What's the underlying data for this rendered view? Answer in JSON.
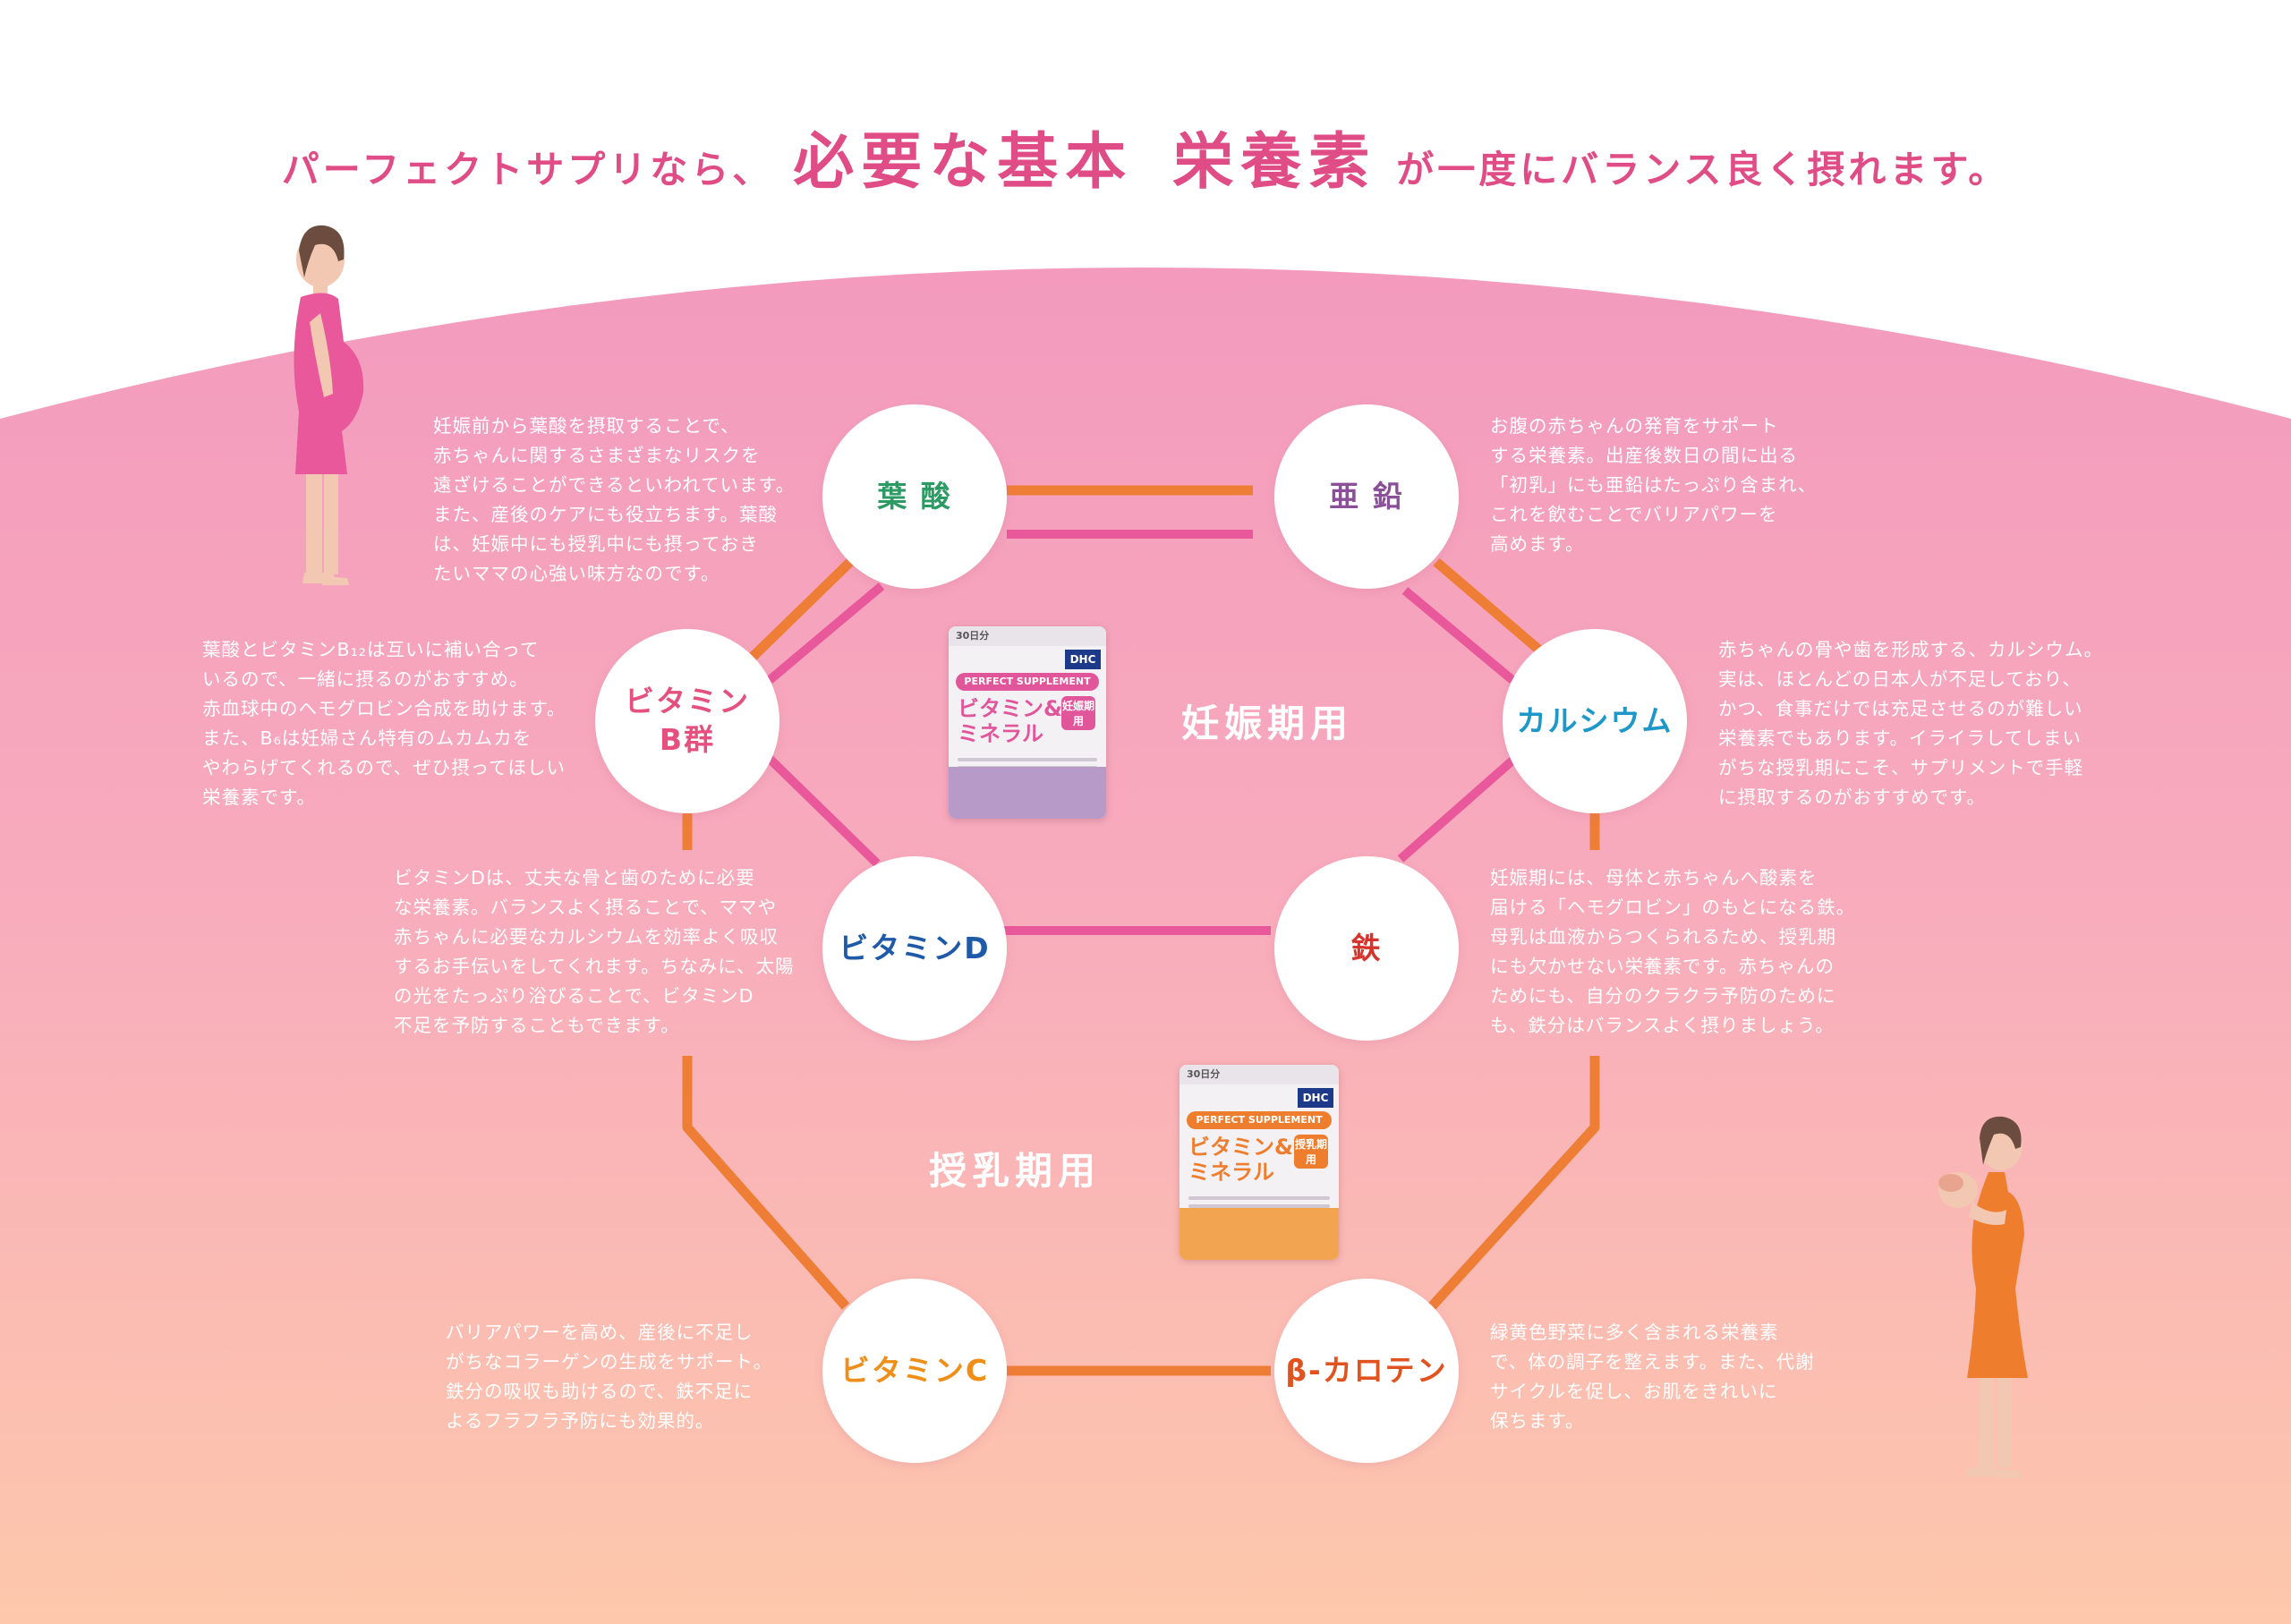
{
  "headline": {
    "prefix": "パーフェクトサプリなら、",
    "emphasis1": "必要な基本",
    "emphasis2": "栄養素",
    "suffix": "が一度にバランス良く摂れます。"
  },
  "colors": {
    "headline_pink": "#df4c86",
    "pregnancy_line": "#e8589a",
    "lactation_line": "#ee7d35",
    "background_top": "#f29bbc",
    "background_bottom": "#fcc6ae"
  },
  "phases": {
    "pregnancy": "妊娠期用",
    "lactation": "授乳期用"
  },
  "nutrients": [
    {
      "id": "folic-acid",
      "label": "葉 酸",
      "color": "#2c9a63"
    },
    {
      "id": "zinc",
      "label": "亜 鉛",
      "color": "#8b4f9a"
    },
    {
      "id": "vitamin-b",
      "label": "ビタミン",
      "label2": "B群",
      "color": "#e5507f"
    },
    {
      "id": "calcium",
      "label": "カルシウム",
      "color": "#1e98c9"
    },
    {
      "id": "vitamin-d",
      "label": "ビタミンD",
      "color": "#1f5aa8"
    },
    {
      "id": "iron",
      "label": "鉄",
      "color": "#d6332c"
    },
    {
      "id": "vitamin-c",
      "label": "ビタミンC",
      "color": "#ef8f1a"
    },
    {
      "id": "beta-carotene",
      "label": "β-カロテン",
      "color": "#e0531f"
    }
  ],
  "descriptions": {
    "folic_acid": "妊娠前から葉酸を摂取することで、\n赤ちゃんに関するさまざまなリスクを\n遠ざけることができるといわれています。\nまた、産後のケアにも役立ちます。葉酸\nは、妊娠中にも授乳中にも摂っておき\nたいママの心強い味方なのです。",
    "zinc": "お腹の赤ちゃんの発育をサポート\nする栄養素。出産後数日の間に出る\n「初乳」にも亜鉛はたっぷり含まれ、\nこれを飲むことでバリアパワーを\n高めます。",
    "vitamin_b": "葉酸とビタミンB₁₂は互いに補い合って\nいるので、一緒に摂るのがおすすめ。\n赤血球中のヘモグロビン合成を助けます。\nまた、B₆は妊婦さん特有のムカムカを\nやわらげてくれるので、ぜひ摂ってほしい\n栄養素です。",
    "calcium": "赤ちゃんの骨や歯を形成する、カルシウム。\n実は、ほとんどの日本人が不足しており、\nかつ、食事だけでは充足させるのが難しい\n栄養素でもあります。イライラしてしまい\nがちな授乳期にこそ、サプリメントで手軽\nに摂取するのがおすすめです。",
    "vitamin_d": "ビタミンDは、丈夫な骨と歯のために必要\nな栄養素。バランスよく摂ることで、ママや\n赤ちゃんに必要なカルシウムを効率よく吸収\nするお手伝いをしてくれます。ちなみに、太陽\nの光をたっぷり浴びることで、ビタミンD\n不足を予防することもできます。",
    "iron": "妊娠期には、母体と赤ちゃんへ酸素を\n届ける「ヘモグロビン」のもとになる鉄。\n母乳は血液からつくられるため、授乳期\nにも欠かせない栄養素です。赤ちゃんの\nためにも、自分のクラクラ予防のために\nも、鉄分はバランスよく摂りましょう。",
    "vitamin_c": "バリアパワーを高め、産後に不足し\nがちなコラーゲンの生成をサポート。\n鉄分の吸収も助けるので、鉄不足に\nよるフラフラ予防にも効果的。",
    "beta_carotene": "緑黄色野菜に多く含まれる栄養素\nで、体の調子を整えます。また、代謝\nサイクルを促し、お肌をきれいに\n保ちます。"
  },
  "products": {
    "pregnancy": {
      "days": "30日分",
      "brand": "DHC",
      "series": "PERFECT SUPPLEMENT",
      "name": "ビタミン&\nミネラル",
      "badge": "妊娠期用",
      "accent": "#e1559a",
      "bottom_color": "#b79ac8"
    },
    "lactation": {
      "days": "30日分",
      "brand": "DHC",
      "series": "PERFECT SUPPLEMENT",
      "name": "ビタミン&\nミネラル",
      "badge": "授乳期用",
      "accent": "#ef7d2e",
      "bottom_color": "#f3a451"
    }
  }
}
